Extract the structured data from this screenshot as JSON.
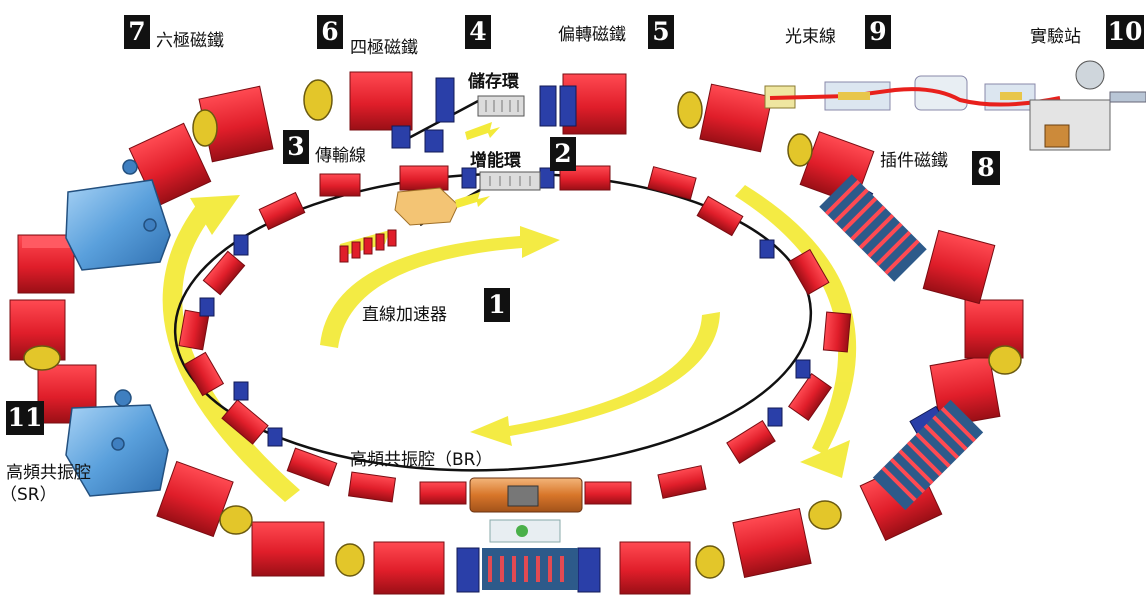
{
  "components": [
    {
      "id": "linac",
      "number": "1",
      "label": "直線加速器"
    },
    {
      "id": "booster",
      "number": "2",
      "label": "增能環"
    },
    {
      "id": "transfer",
      "number": "3",
      "label": "傳輸線"
    },
    {
      "id": "storage",
      "number": "4",
      "label": "儲存環"
    },
    {
      "id": "bending",
      "number": "5",
      "label": "偏轉磁鐵"
    },
    {
      "id": "quadrupole",
      "number": "6",
      "label": "四極磁鐵"
    },
    {
      "id": "sextupole",
      "number": "7",
      "label": "六極磁鐵"
    },
    {
      "id": "insertion",
      "number": "8",
      "label": "插件磁鐵"
    },
    {
      "id": "beamline",
      "number": "9",
      "label": "光束線"
    },
    {
      "id": "station",
      "number": "10",
      "label": "實驗站"
    },
    {
      "id": "rf_sr",
      "number": "11",
      "label_line1": "高頻共振腔",
      "label_line2": "（SR）"
    },
    {
      "id": "rf_br",
      "label": "高頻共振腔（BR）"
    }
  ],
  "colors": {
    "magnet_red": "#e01e2a",
    "magnet_dark": "#a8121a",
    "quad_blue": "#2a3fa8",
    "cavity_blue": "#4f94d4",
    "sextupole_yellow": "#e3c62a",
    "arrow_yellow": "#f3ea3a",
    "beam_red": "#e8201c",
    "beam_orange": "#d87a2a",
    "badge_bg": "#111111"
  }
}
